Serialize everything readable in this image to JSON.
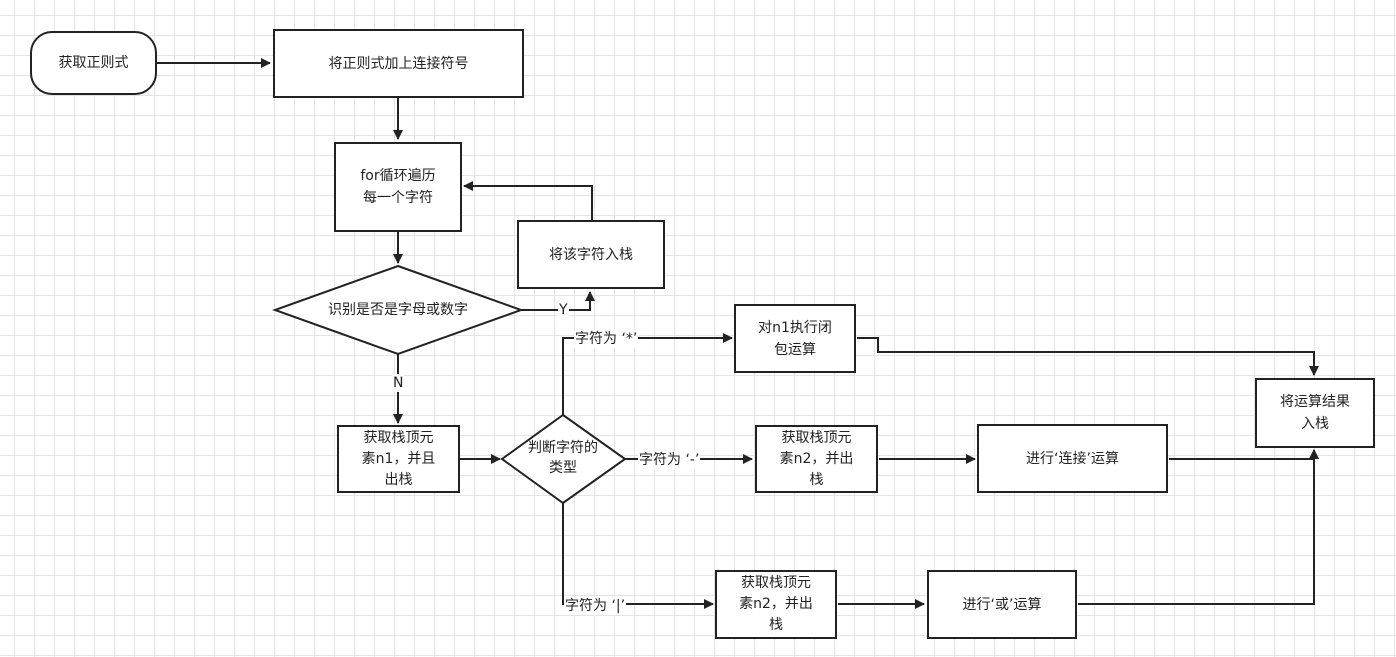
{
  "nodes": {
    "get_regex": "获取正则式",
    "add_concat": "将正则式加上连接符号",
    "for_loop": "for循环遍历\n每一个字符",
    "push_char": "将该字符入栈",
    "is_alnum": "识别是否是字母或数字",
    "pop_n1": "获取栈顶元\n素n1，并且\n出栈",
    "judge_type": "判断字符的\n类型",
    "closure": "对n1执行闭\n包运算",
    "pop_n2_concat": "获取栈顶元\n素n2，并出\n栈",
    "do_concat": "进行‘连接’运算",
    "pop_n2_or": "获取栈顶元\n素n2，并出\n栈",
    "do_or": "进行‘或’运算",
    "push_result": "将运算结果\n入栈"
  },
  "edge_labels": {
    "yes": "Y",
    "no": "N",
    "star": "字符为 ‘*’",
    "dash": "字符为 ‘-’",
    "pipe": "字符为 ‘|’"
  },
  "colors": {
    "stroke": "#222222",
    "grid": "#e4e4e4",
    "background": "#ffffff"
  }
}
